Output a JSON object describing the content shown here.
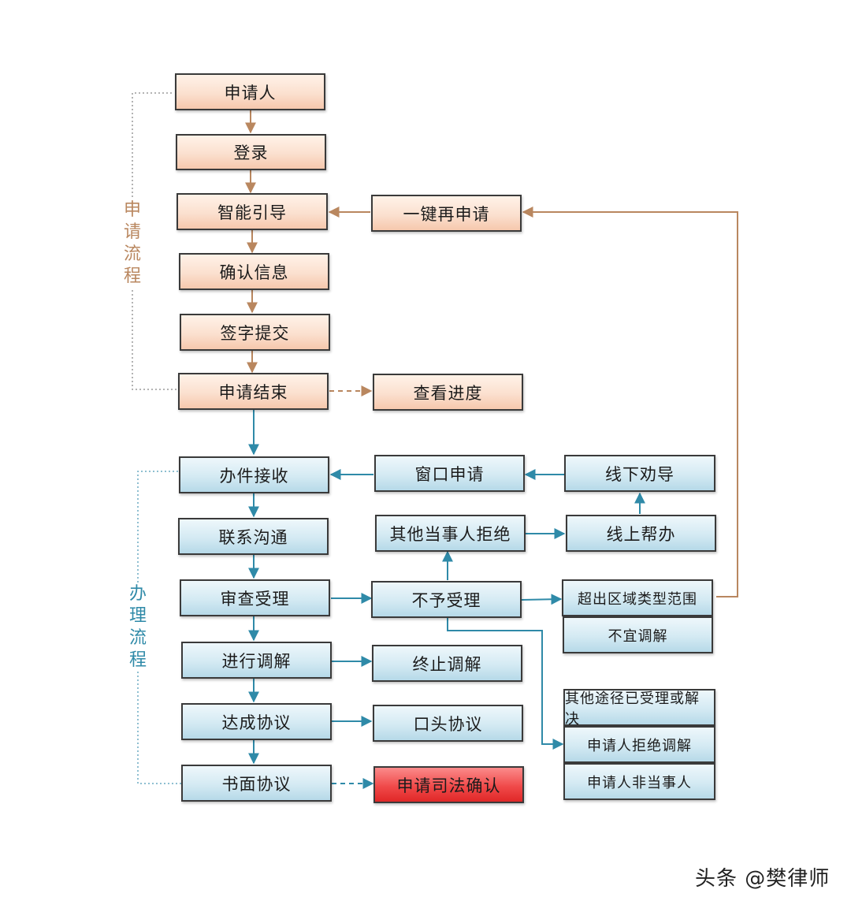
{
  "sections": {
    "apply_label": [
      "申",
      "请",
      "流",
      "程"
    ],
    "handle_label": [
      "办",
      "理",
      "流",
      "程"
    ]
  },
  "nodes": {
    "applicant": "申请人",
    "login": "登录",
    "smart_guide": "智能引导",
    "one_click_reapply": "一键再申请",
    "confirm_info": "确认信息",
    "sign_submit": "签字提交",
    "apply_end": "申请结束",
    "view_progress": "查看进度",
    "case_receive": "办件接收",
    "window_apply": "窗口申请",
    "offline_persuade": "线下劝导",
    "contact": "联系沟通",
    "other_party_refuse": "其他当事人拒绝",
    "online_help": "线上帮办",
    "review_accept": "审查受理",
    "not_accept": "不予受理",
    "out_of_scope": "超出区域类型范围",
    "not_suitable": "不宜调解",
    "mediate": "进行调解",
    "terminate": "终止调解",
    "reach_agreement": "达成协议",
    "oral_agreement": "口头协议",
    "other_channel": "其他途径已受理或解决",
    "applicant_refuse": "申请人拒绝调解",
    "not_party": "申请人非当事人",
    "written_agreement": "书面协议",
    "judicial_confirm": "申请司法确认"
  },
  "colors": {
    "orange_line": "#b9875f",
    "blue_line": "#2f8aa8",
    "border": "#3a3a3a",
    "red_box": "#f04a4a"
  },
  "watermark": "头条 @樊律师"
}
